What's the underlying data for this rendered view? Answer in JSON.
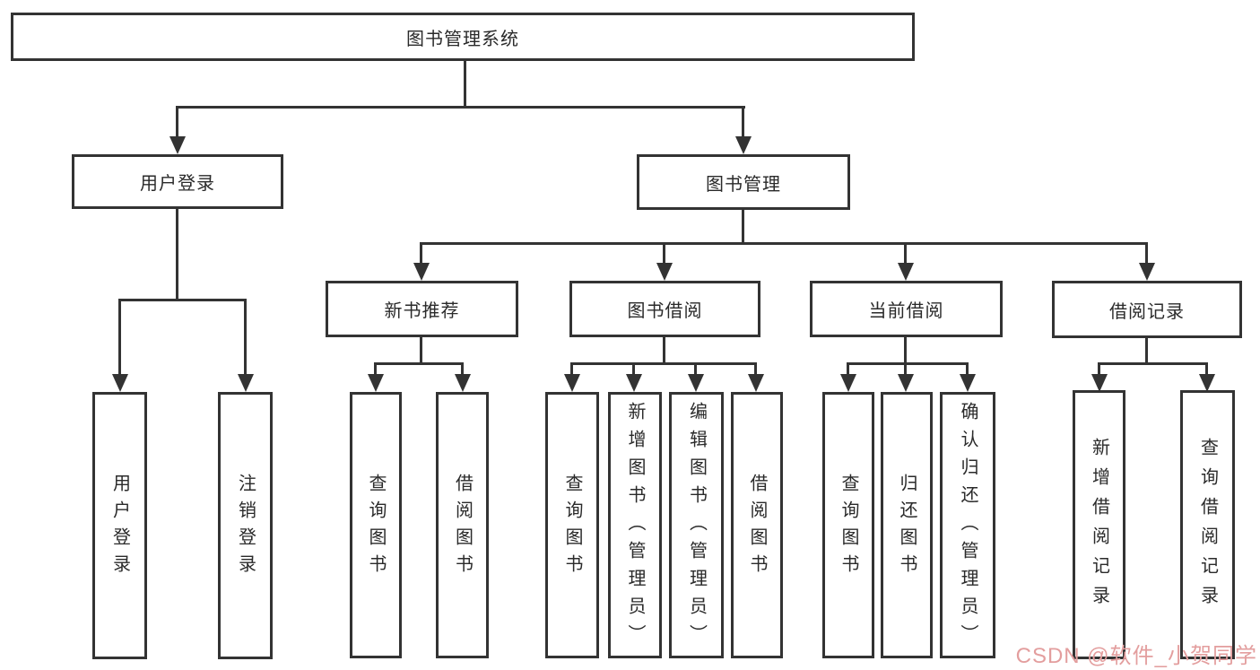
{
  "tree": {
    "label": "图书管理系统",
    "children": [
      {
        "label": "用户登录",
        "children": [
          {
            "label": "用户登录"
          },
          {
            "label": "注销登录"
          }
        ]
      },
      {
        "label": "图书管理",
        "children": [
          {
            "label": "新书推荐",
            "children": [
              {
                "label": "查询图书"
              },
              {
                "label": "借阅图书"
              }
            ]
          },
          {
            "label": "图书借阅",
            "children": [
              {
                "label": "查询图书"
              },
              {
                "label": "新增图书（管理员）"
              },
              {
                "label": "编辑图书（管理员）"
              },
              {
                "label": "借阅图书"
              }
            ]
          },
          {
            "label": "当前借阅",
            "children": [
              {
                "label": "查询图书"
              },
              {
                "label": "归还图书"
              },
              {
                "label": "确认归还（管理员）"
              }
            ]
          },
          {
            "label": "借阅记录",
            "children": [
              {
                "label": "新增借阅记录"
              },
              {
                "label": "查询借阅记录"
              }
            ]
          }
        ]
      }
    ]
  },
  "watermark": {
    "text": "CSDN @软件_小贺同学"
  },
  "colors": {
    "line": "#333333",
    "box_border": "#333333",
    "box_background": "#ffffff",
    "text": "#2a2a2a",
    "watermark": "#e39e9e",
    "page_background": "#ffffff"
  }
}
